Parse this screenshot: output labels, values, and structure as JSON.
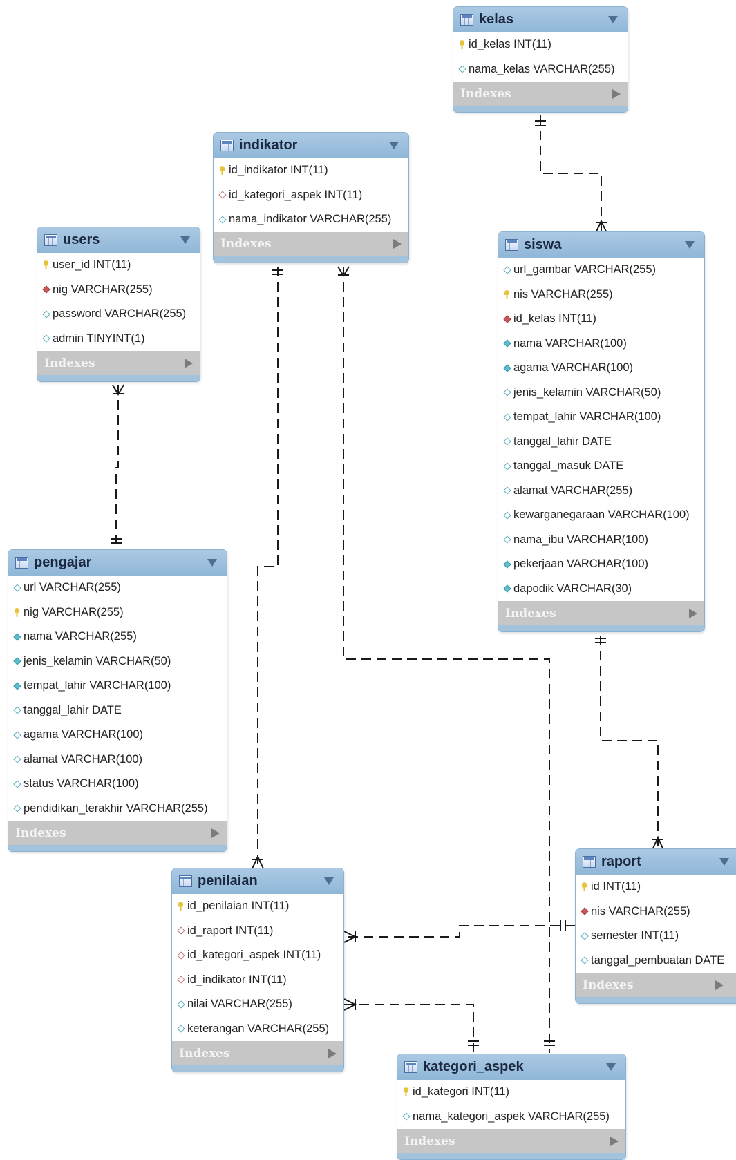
{
  "tables": {
    "kelas": {
      "name": "kelas",
      "columns": [
        {
          "text": "id_kelas INT(11)",
          "icon": "primary-key-icon"
        },
        {
          "text": "nama_kelas VARCHAR(255)",
          "icon": "nullable-column-icon"
        }
      ],
      "indexes_label": "Indexes"
    },
    "indikator": {
      "name": "indikator",
      "columns": [
        {
          "text": "id_indikator INT(11)",
          "icon": "primary-key-icon"
        },
        {
          "text": "id_kategori_aspek INT(11)",
          "icon": "foreign-key-icon"
        },
        {
          "text": "nama_indikator VARCHAR(255)",
          "icon": "nullable-column-icon"
        }
      ],
      "indexes_label": "Indexes"
    },
    "users": {
      "name": "users",
      "columns": [
        {
          "text": "user_id INT(11)",
          "icon": "primary-key-icon"
        },
        {
          "text": "nig VARCHAR(255)",
          "icon": "required-foreign-key-icon"
        },
        {
          "text": "password VARCHAR(255)",
          "icon": "nullable-column-icon"
        },
        {
          "text": "admin TINYINT(1)",
          "icon": "nullable-column-icon"
        }
      ],
      "indexes_label": "Indexes"
    },
    "siswa": {
      "name": "siswa",
      "columns": [
        {
          "text": "url_gambar VARCHAR(255)",
          "icon": "nullable-column-icon"
        },
        {
          "text": "nis VARCHAR(255)",
          "icon": "primary-key-icon"
        },
        {
          "text": "id_kelas INT(11)",
          "icon": "required-foreign-key-icon"
        },
        {
          "text": "nama VARCHAR(100)",
          "icon": "not-null-column-icon"
        },
        {
          "text": "agama VARCHAR(100)",
          "icon": "not-null-column-icon"
        },
        {
          "text": "jenis_kelamin VARCHAR(50)",
          "icon": "nullable-column-icon"
        },
        {
          "text": "tempat_lahir VARCHAR(100)",
          "icon": "nullable-column-icon"
        },
        {
          "text": "tanggal_lahir DATE",
          "icon": "nullable-column-icon"
        },
        {
          "text": "tanggal_masuk DATE",
          "icon": "nullable-column-icon"
        },
        {
          "text": "alamat VARCHAR(255)",
          "icon": "nullable-column-icon"
        },
        {
          "text": "kewarganegaraan VARCHAR(100)",
          "icon": "nullable-column-icon"
        },
        {
          "text": "nama_ibu VARCHAR(100)",
          "icon": "nullable-column-icon"
        },
        {
          "text": "pekerjaan VARCHAR(100)",
          "icon": "not-null-column-icon"
        },
        {
          "text": "dapodik VARCHAR(30)",
          "icon": "not-null-column-icon"
        }
      ],
      "indexes_label": "Indexes"
    },
    "pengajar": {
      "name": "pengajar",
      "columns": [
        {
          "text": "url VARCHAR(255)",
          "icon": "nullable-column-icon"
        },
        {
          "text": "nig VARCHAR(255)",
          "icon": "primary-key-icon"
        },
        {
          "text": "nama VARCHAR(255)",
          "icon": "not-null-column-icon"
        },
        {
          "text": "jenis_kelamin VARCHAR(50)",
          "icon": "not-null-column-icon"
        },
        {
          "text": "tempat_lahir VARCHAR(100)",
          "icon": "not-null-column-icon"
        },
        {
          "text": "tanggal_lahir DATE",
          "icon": "nullable-column-icon"
        },
        {
          "text": "agama VARCHAR(100)",
          "icon": "nullable-column-icon"
        },
        {
          "text": "alamat VARCHAR(100)",
          "icon": "nullable-column-icon"
        },
        {
          "text": "status VARCHAR(100)",
          "icon": "nullable-column-icon"
        },
        {
          "text": "pendidikan_terakhir VARCHAR(255)",
          "icon": "nullable-column-icon"
        }
      ],
      "indexes_label": "Indexes"
    },
    "penilaian": {
      "name": "penilaian",
      "columns": [
        {
          "text": "id_penilaian INT(11)",
          "icon": "primary-key-icon"
        },
        {
          "text": "id_raport INT(11)",
          "icon": "foreign-key-icon"
        },
        {
          "text": "id_kategori_aspek INT(11)",
          "icon": "foreign-key-icon"
        },
        {
          "text": "id_indikator INT(11)",
          "icon": "foreign-key-icon"
        },
        {
          "text": "nilai VARCHAR(255)",
          "icon": "nullable-column-icon"
        },
        {
          "text": "keterangan VARCHAR(255)",
          "icon": "nullable-column-icon"
        }
      ],
      "indexes_label": "Indexes"
    },
    "raport": {
      "name": "raport",
      "columns": [
        {
          "text": "id INT(11)",
          "icon": "primary-key-icon"
        },
        {
          "text": "nis VARCHAR(255)",
          "icon": "required-foreign-key-icon"
        },
        {
          "text": "semester INT(11)",
          "icon": "nullable-column-icon"
        },
        {
          "text": "tanggal_pembuatan DATE",
          "icon": "nullable-column-icon"
        }
      ],
      "indexes_label": "Indexes"
    },
    "kategori_aspek": {
      "name": "kategori_aspek",
      "columns": [
        {
          "text": "id_kategori INT(11)",
          "icon": "primary-key-icon"
        },
        {
          "text": "nama_kategori_aspek VARCHAR(255)",
          "icon": "nullable-column-icon"
        }
      ],
      "indexes_label": "Indexes"
    }
  },
  "relationships": [
    {
      "from": "kelas",
      "to": "siswa",
      "type": "one-to-many"
    },
    {
      "from": "users",
      "to": "pengajar",
      "type": "many-to-one"
    },
    {
      "from": "indikator",
      "to": "penilaian",
      "type": "one-to-many"
    },
    {
      "from": "indikator",
      "to": "kategori_aspek",
      "type": "many-to-one"
    },
    {
      "from": "siswa",
      "to": "raport",
      "type": "one-to-many"
    },
    {
      "from": "raport",
      "to": "penilaian",
      "type": "one-to-many"
    },
    {
      "from": "kategori_aspek",
      "to": "penilaian",
      "type": "one-to-many"
    }
  ],
  "colors": {
    "header": "#9fc1e0",
    "footer": "#c6c6c6",
    "line": "#1a1a1a"
  }
}
